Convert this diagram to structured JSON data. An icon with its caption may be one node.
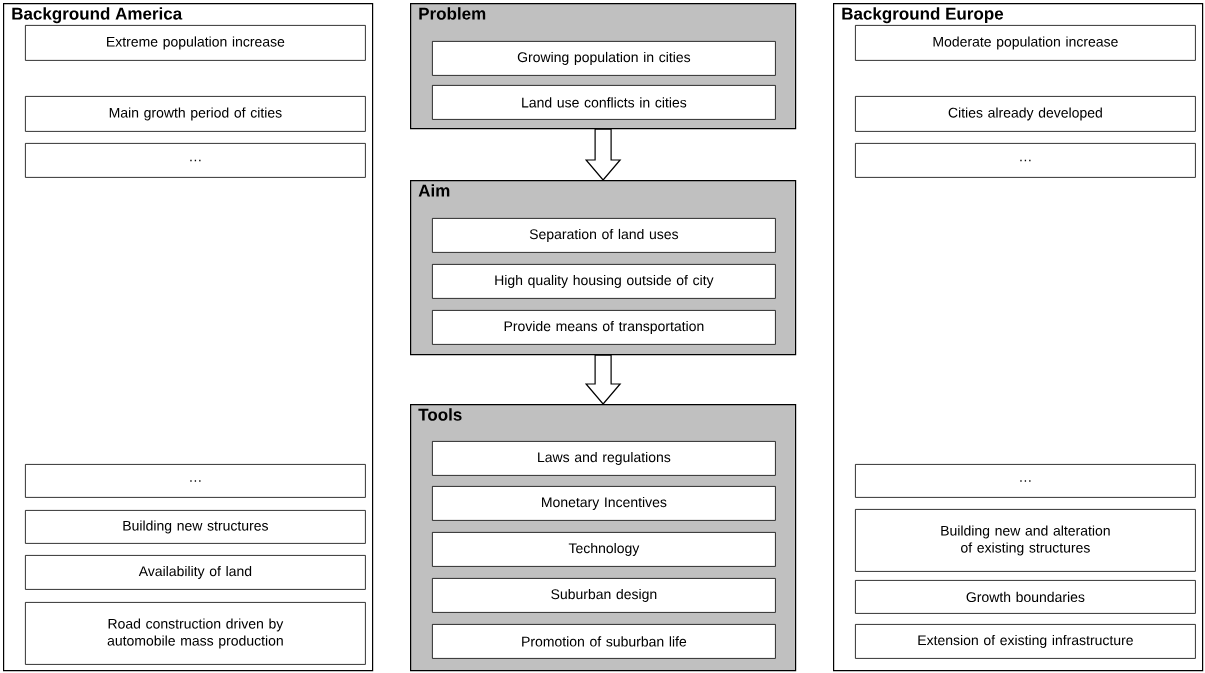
{
  "diagram": {
    "nodes": [
      {
        "text": [
          "Background America"
        ]
      },
      {
        "text": [
          "Extreme population increase"
        ],
        "in": 0
      },
      {
        "text": [
          "Main growth period of cities"
        ],
        "in": 0
      },
      {
        "text": [
          "…"
        ],
        "in": 0
      },
      {
        "text": [
          "…"
        ],
        "in": 0
      },
      {
        "text": [
          "Building new structures"
        ],
        "in": 0
      },
      {
        "text": [
          "Availability of land"
        ],
        "in": 0
      },
      {
        "text": [
          "Road construction driven by automobile mass production"
        ],
        "in": 0
      },
      {
        "text": [
          "Problem"
        ]
      },
      {
        "text": [
          "Growing population in cities"
        ],
        "in": 8
      },
      {
        "text": [
          "Land use conflicts in cities"
        ],
        "in": 8
      },
      {
        "text": [
          "Aim"
        ]
      },
      {
        "text": [
          "Separation of land uses"
        ],
        "in": 11
      },
      {
        "text": [
          "High quality housing outside of city"
        ],
        "in": 11
      },
      {
        "text": [
          "Provide means of transportation"
        ],
        "in": 11
      },
      {
        "text": [
          "Tools"
        ]
      },
      {
        "text": [
          "Laws and regulations"
        ],
        "in": 15
      },
      {
        "text": [
          "Monetary Incentives"
        ],
        "in": 15
      },
      {
        "text": [
          "Technology"
        ],
        "in": 15
      },
      {
        "text": [
          "Suburban design"
        ],
        "in": 15
      },
      {
        "text": [
          "Promotion of suburban life"
        ],
        "in": 15
      },
      {
        "text": [
          "Background Europe"
        ]
      },
      {
        "text": [
          "Moderate population increase"
        ],
        "in": 21
      },
      {
        "text": [
          "Cities already developed"
        ],
        "in": 21
      },
      {
        "text": [
          "…"
        ],
        "in": 21
      },
      {
        "text": [
          "…"
        ],
        "in": 21
      },
      {
        "text": [
          "Building new and alteration of existing structures"
        ],
        "in": 21
      },
      {
        "text": [
          "Growth boundaries"
        ],
        "in": 21
      },
      {
        "text": [
          "Extension of existing infrastructure"
        ],
        "in": 21
      }
    ],
    "edges": [
      {
        "from": 8,
        "to": 11,
        "arrow": "to"
      },
      {
        "from": 11,
        "to": 15,
        "arrow": "to"
      }
    ]
  }
}
